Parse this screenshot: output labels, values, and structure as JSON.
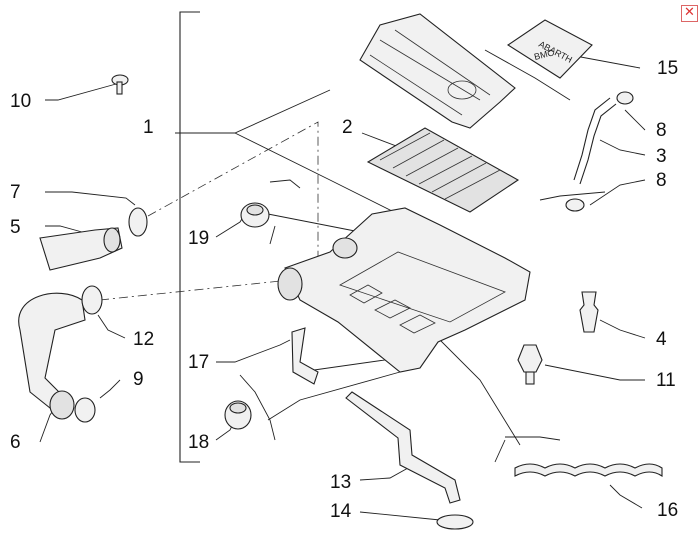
{
  "close_icon": "close-icon",
  "logo_abarth": "ABARTH",
  "logo_bmc": "BMC",
  "callouts": [
    "1",
    "2",
    "3",
    "4",
    "5",
    "6",
    "7",
    "8",
    "8",
    "9",
    "10",
    "11",
    "12",
    "13",
    "14",
    "15",
    "16",
    "17",
    "18",
    "19"
  ]
}
